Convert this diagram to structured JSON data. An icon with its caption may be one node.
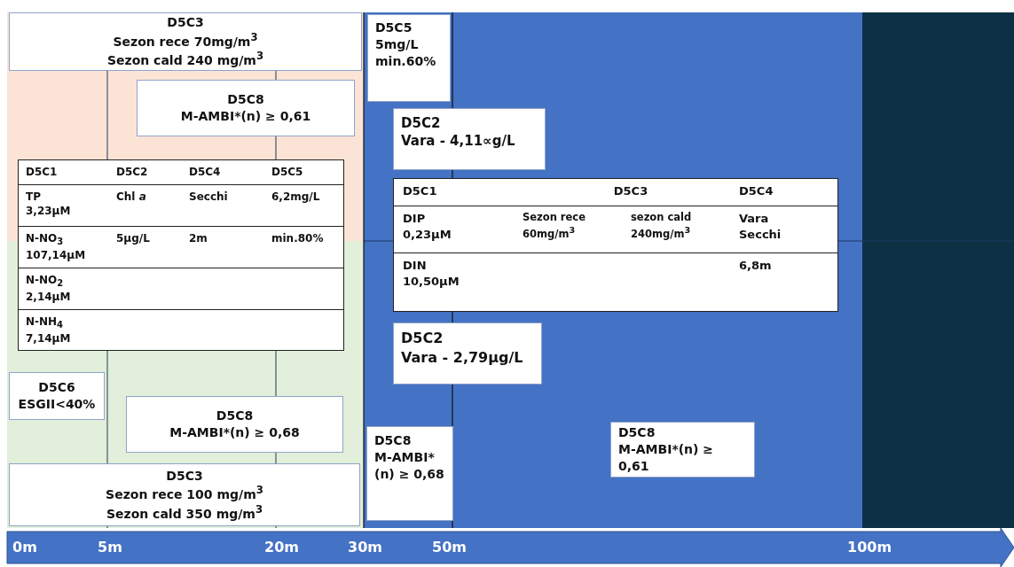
{
  "diagram": {
    "nodes": [
      {
        "text": [
          "D5C3",
          "Sezon rece 70mg/m$^{3}$",
          "Sezon cald 240 mg/m$^{3}$"
        ]
      },
      {
        "text": [
          "D5C8",
          "M-AMBI*(n) ≥ 0,61"
        ]
      },
      {
        "text": [
          "D5C1",
          "D5C2",
          "D5C4",
          "D5C5",
          "TP 3,23µM",
          "Chl *a*",
          "Secchi",
          "6,2mg/L",
          "N-NO$_{3}$ 107,14µM",
          "5µg/L",
          "2m",
          "min.80%",
          "N-NO$_{2}$ 2,14µM",
          "N-NH$_{4}$ 7,14µM"
        ]
      },
      {
        "text": [
          "D5C6",
          "ESGII<40%"
        ]
      },
      {
        "text": [
          "D5C8",
          "M-AMBI*(n) ≥ 0,68"
        ]
      },
      {
        "text": [
          "D5C3",
          "Sezon rece 100 mg/m$^{3}$",
          "Sezon cald 350 mg/m$^{3}$"
        ]
      },
      {
        "text": [
          "D5C5",
          "5mg/L",
          "min.60%"
        ]
      },
      {
        "text": [
          "D5C2",
          "Vara - 4,11∝g/L"
        ]
      },
      {
        "text": [
          "D5C1",
          "D5C3",
          "D5C4",
          "DIP 0,23µM",
          "Sezon rece 60mg/m$^{3}$",
          "sezon cald 240mg/m$^{3}$",
          "Vara Secchi",
          "DIN 10,50µM",
          "6,8m"
        ]
      },
      {
        "text": [
          "D5C2",
          "Vara - 2,79µg/L"
        ]
      },
      {
        "text": [
          "D5C8",
          "M-AMBI*(n) ≥ 0,68"
        ]
      },
      {
        "text": [
          "D5C8",
          "M-AMBI*(n) ≥ 0,61"
        ]
      }
    ],
    "labels": [
      "0m",
      "5m",
      "20m",
      "30m",
      "50m",
      "100m"
    ]
  }
}
